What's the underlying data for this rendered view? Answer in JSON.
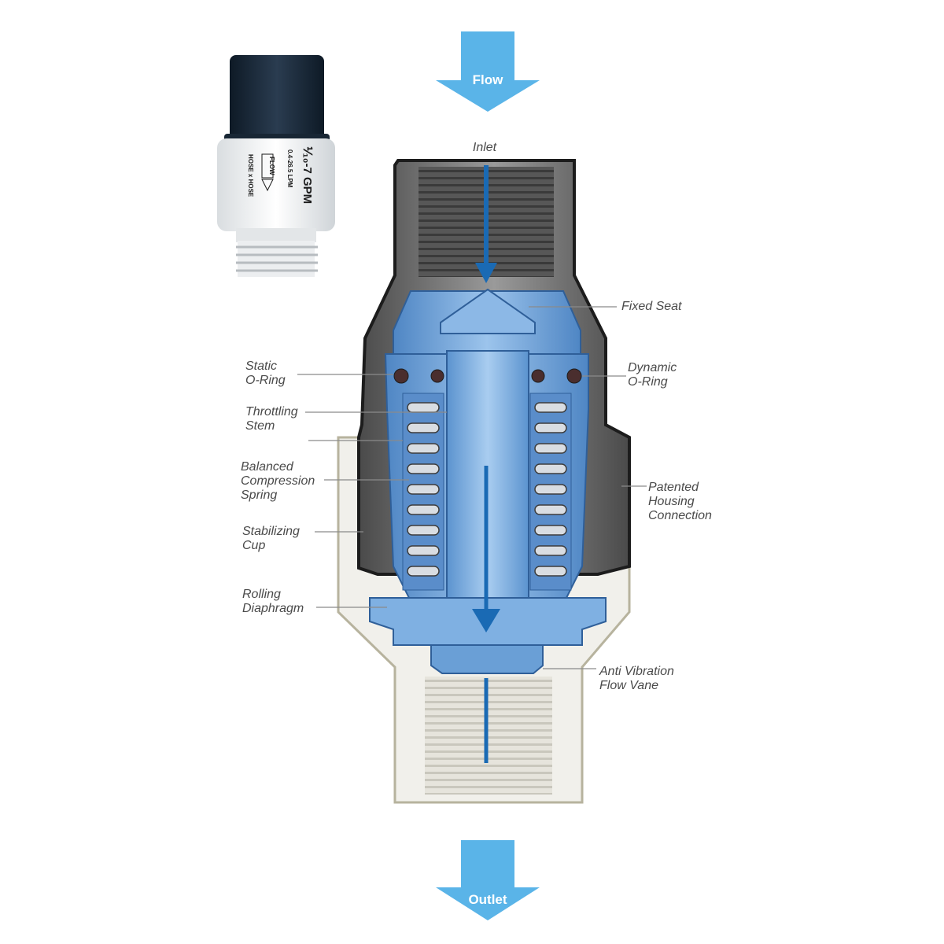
{
  "arrows": {
    "top": "Flow",
    "bottom": "Outlet"
  },
  "product": {
    "rating": "⅟₁₀-7 GPM",
    "lpm": "0.4-26.5 LPM",
    "flow_mark": "FLOW",
    "connection": "HOSE x HOSE"
  },
  "labels": {
    "inlet": "Inlet",
    "fixed_seat": "Fixed Seat",
    "static_oring": [
      "Static",
      "O-Ring"
    ],
    "dynamic_oring": [
      "Dynamic",
      "O-Ring"
    ],
    "throttling_stem": [
      "Throttling",
      "Stem"
    ],
    "balanced_spring": [
      "Balanced",
      "Compression",
      "Spring"
    ],
    "patented_housing": [
      "Patented",
      "Housing",
      "Connection"
    ],
    "stabilizing_cup": [
      "Stabilizing",
      "Cup"
    ],
    "rolling_diaphragm": [
      "Rolling",
      "Diaphragm"
    ],
    "anti_vibration": [
      "Anti Vibration",
      "Flow Vane"
    ]
  },
  "colors": {
    "arrow_blue": "#5ab4e8",
    "cartridge_blue": "#6a9fd6",
    "flow_arrow": "#1a6ab4",
    "inlet_body": "#3a3a3a",
    "housing": "#d8d6cc"
  }
}
